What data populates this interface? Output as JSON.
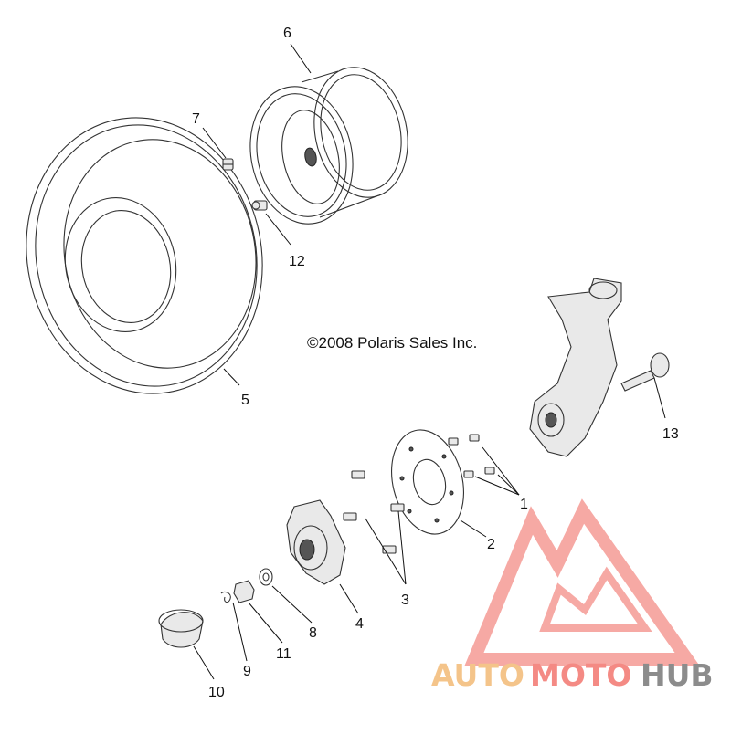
{
  "copyright": "©2008 Polaris Sales Inc.",
  "callouts": {
    "c1": "1",
    "c2": "2",
    "c3": "3",
    "c4": "4",
    "c5": "5",
    "c6": "6",
    "c7": "7",
    "c8": "8",
    "c9": "9",
    "c10": "10",
    "c11": "11",
    "c12": "12",
    "c13": "13"
  },
  "watermark": {
    "auto": "AUTO",
    "moto": "MOTO",
    "hub": "HUB",
    "colors": {
      "auto": "#f4c48a",
      "moto": "#f48a84",
      "hub": "#8c8c8c",
      "logo": "#f6a09b"
    }
  }
}
